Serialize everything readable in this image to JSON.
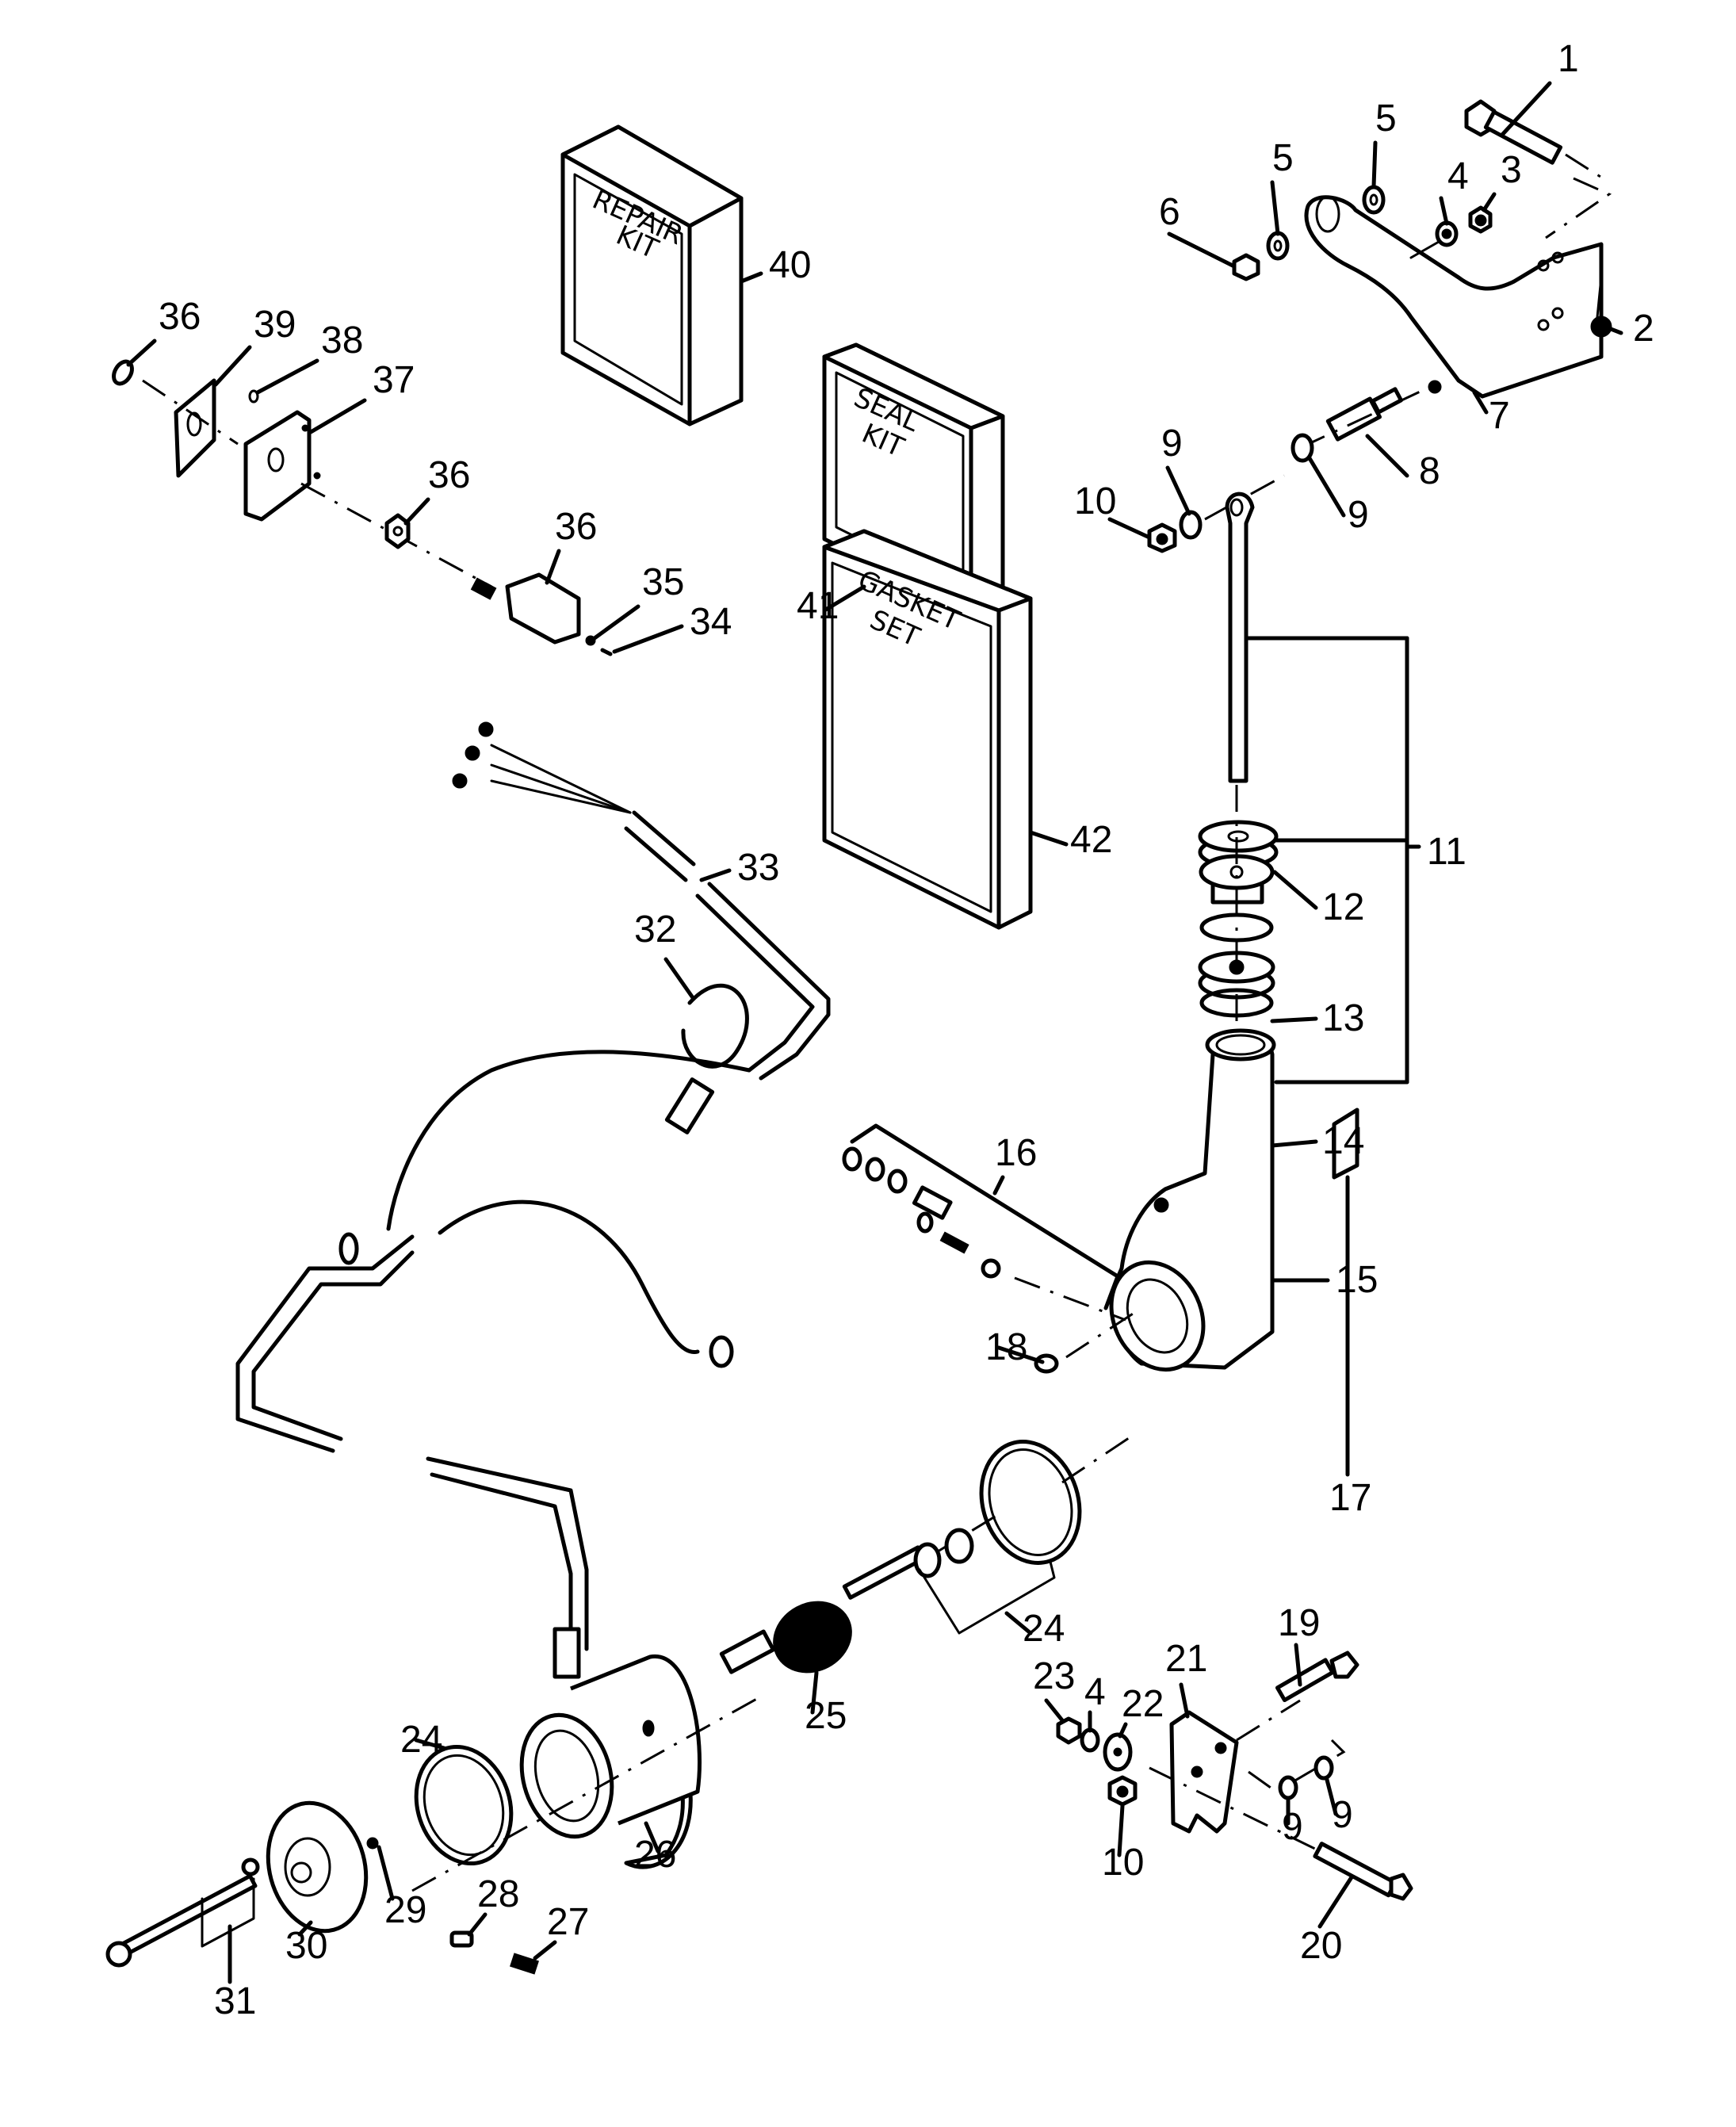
{
  "title": "Power Trim Pump and Motor Assembly - Exploded Parts Diagram",
  "kits": [
    {
      "ref": "40",
      "line1": "REPAIR",
      "line2": "KIT"
    },
    {
      "ref": "41",
      "line1": "SEAL",
      "line2": "KIT"
    },
    {
      "ref": "42",
      "line1": "GASKET",
      "line2": "SET"
    }
  ],
  "callouts": [
    {
      "id": "c1",
      "label": "1",
      "part": "bolt"
    },
    {
      "id": "c2",
      "label": "2",
      "part": "nut"
    },
    {
      "id": "c3",
      "label": "3",
      "part": "nut"
    },
    {
      "id": "c4",
      "label": "4",
      "part": "lockwasher"
    },
    {
      "id": "c5a",
      "label": "5",
      "part": "washer"
    },
    {
      "id": "c5b",
      "label": "5",
      "part": "washer"
    },
    {
      "id": "c6",
      "label": "6",
      "part": "nut"
    },
    {
      "id": "c7",
      "label": "7",
      "part": "mounting-bracket"
    },
    {
      "id": "c8",
      "label": "8",
      "part": "stud"
    },
    {
      "id": "c9a",
      "label": "9",
      "part": "washer"
    },
    {
      "id": "c9b",
      "label": "9",
      "part": "washer"
    },
    {
      "id": "c10a",
      "label": "10",
      "part": "nut"
    },
    {
      "id": "c11",
      "label": "11",
      "part": "piston-rod-assembly"
    },
    {
      "id": "c12",
      "label": "12",
      "part": "cap"
    },
    {
      "id": "c13",
      "label": "13",
      "part": "o-ring"
    },
    {
      "id": "c14",
      "label": "14",
      "part": "o-ring"
    },
    {
      "id": "c15",
      "label": "15",
      "part": "pump-housing"
    },
    {
      "id": "c16",
      "label": "16",
      "part": "check-valve-kit"
    },
    {
      "id": "c17",
      "label": "17",
      "part": "decal"
    },
    {
      "id": "c18",
      "label": "18",
      "part": "plug"
    },
    {
      "id": "c19",
      "label": "19",
      "part": "bolt"
    },
    {
      "id": "c20",
      "label": "20",
      "part": "bolt"
    },
    {
      "id": "c21",
      "label": "21",
      "part": "bracket"
    },
    {
      "id": "c22",
      "label": "22",
      "part": "washer"
    },
    {
      "id": "c4b",
      "label": "4",
      "part": "lockwasher"
    },
    {
      "id": "c23",
      "label": "23",
      "part": "nut"
    },
    {
      "id": "c9c",
      "label": "9",
      "part": "washer"
    },
    {
      "id": "c9d",
      "label": "9",
      "part": "washer"
    },
    {
      "id": "c10b",
      "label": "10",
      "part": "nut"
    },
    {
      "id": "c24a",
      "label": "24",
      "part": "seal-kit"
    },
    {
      "id": "c24b",
      "label": "24",
      "part": "o-ring"
    },
    {
      "id": "c25",
      "label": "25",
      "part": "armature"
    },
    {
      "id": "c26",
      "label": "26",
      "part": "motor-frame"
    },
    {
      "id": "c27",
      "label": "27",
      "part": "screw"
    },
    {
      "id": "c28",
      "label": "28",
      "part": "brush"
    },
    {
      "id": "c29",
      "label": "29",
      "part": "ball"
    },
    {
      "id": "c30",
      "label": "30",
      "part": "end-cap"
    },
    {
      "id": "c31",
      "label": "31",
      "part": "thru-bolt"
    },
    {
      "id": "c32",
      "label": "32",
      "part": "clamp"
    },
    {
      "id": "c33",
      "label": "33",
      "part": "wire-harness"
    },
    {
      "id": "c34",
      "label": "34",
      "part": "screw"
    },
    {
      "id": "c35",
      "label": "35",
      "part": "lockwasher"
    },
    {
      "id": "c36a",
      "label": "36",
      "part": "switch-boot"
    },
    {
      "id": "c36b",
      "label": "36",
      "part": "nut"
    },
    {
      "id": "c36c",
      "label": "36",
      "part": "switch"
    },
    {
      "id": "c37",
      "label": "37",
      "part": "mounting-plate"
    },
    {
      "id": "c38",
      "label": "38",
      "part": "screw"
    },
    {
      "id": "c39",
      "label": "39",
      "part": "decal-plate"
    },
    {
      "id": "c40",
      "label": "40",
      "part": "repair-kit"
    },
    {
      "id": "c41",
      "label": "41",
      "part": "seal-kit"
    },
    {
      "id": "c42",
      "label": "42",
      "part": "gasket-set"
    }
  ]
}
